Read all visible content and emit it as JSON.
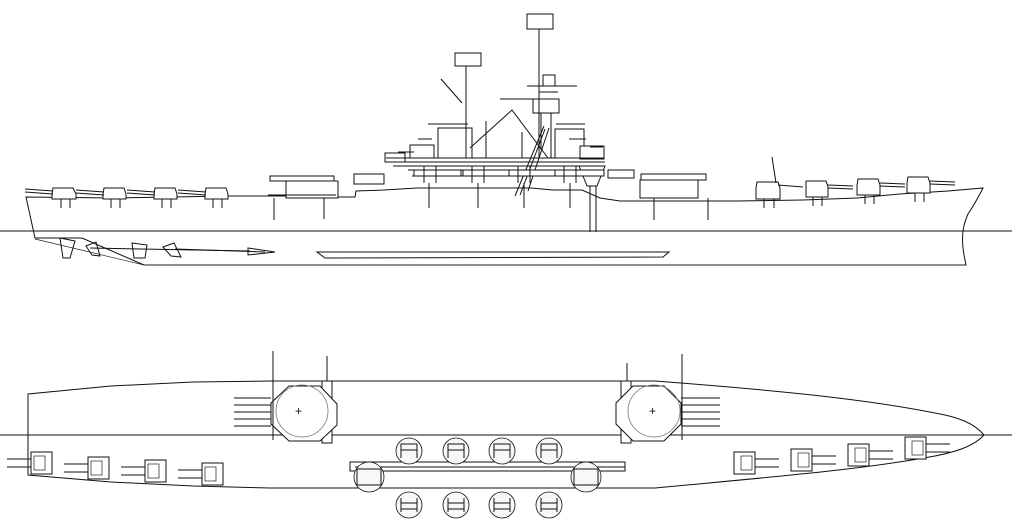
{
  "drawing": {
    "subject": "warship-line-drawing",
    "views": [
      "profile",
      "plan"
    ],
    "background_color": "#ffffff",
    "line_color": "#111111",
    "secondary_line_color": "#777777",
    "visible_text": []
  }
}
